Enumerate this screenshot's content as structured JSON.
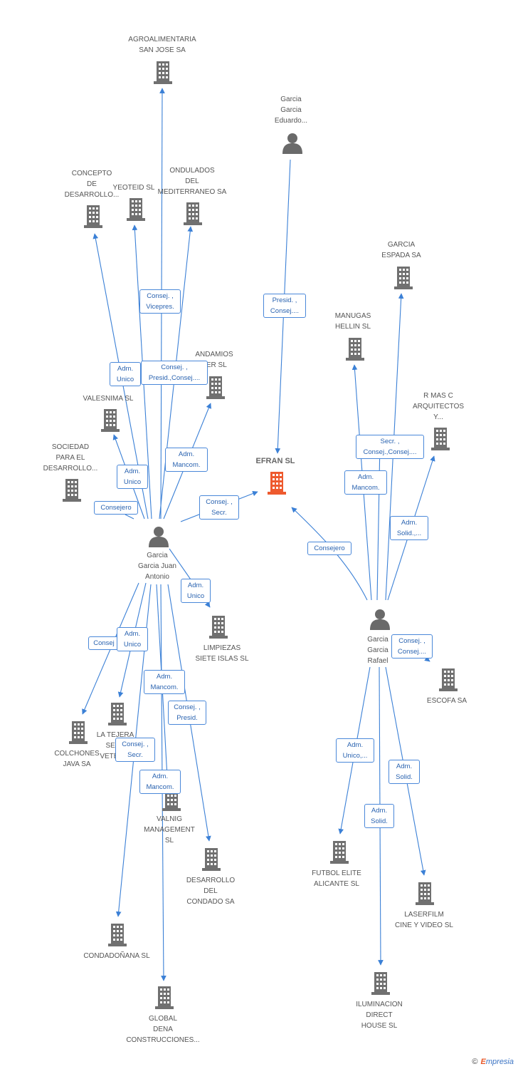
{
  "diagram": {
    "focus": "EFRAN SL",
    "companies": {
      "agroalimentaria": "AGROALIMENTARIA\nSAN JOSE SA",
      "concepto": "CONCEPTO\nDE\nDESARROLLO...",
      "yeoteid": "YEOTEID SL",
      "ondulados": "ONDULADOS\nDEL\nMEDITERRANEO SA",
      "andamios": "ANDAMIOS\nVER  SL",
      "valesnima": "VALESNIMA SL",
      "sociedad": "SOCIEDAD\nPARA EL\nDESARROLLO...",
      "efran": "EFRAN SL",
      "garcia_espada": "GARCIA\nESPADA SA",
      "manugas": "MANUGAS\nHELLIN SL",
      "rmas": "R MAS C\nARQUITECTOS\nY...",
      "limpiezas": "LIMPIEZAS\nSIETE ISLAS SL",
      "escofa": "ESCOFA SA",
      "colchones": "COLCHONES\nJAVA SA",
      "la_tejera": "LA TEJERA\nSERV\nVETERIN",
      "valnig": "VALNIG\nMANAGEMENT\nSL",
      "desarrollo_condado": "DESARROLLO\nDEL\nCONDADO SA",
      "condadonana": "CONDADOÑANA SL",
      "global_dena": "GLOBAL\nDENA\nCONSTRUCCIONES...",
      "futbol": "FUTBOL ELITE\nALICANTE SL",
      "laserfilm": "LASERFILM\nCINE Y VIDEO SL",
      "iluminacion": "ILUMINACION\nDIRECT\nHOUSE SL"
    },
    "persons": {
      "eduardo": "Garcia\nGarcia\nEduardo...",
      "juan_antonio": "Garcia\nGarcia Juan\nAntonio",
      "rafael": "Garcia\nGarcia\nRafael"
    },
    "roles": {
      "consej_vicepres": "Consej. ,\nVicepres.",
      "adm_unico_1": "Adm.\nUnico",
      "consej_presid_consej": "Consej. ,\nPresid.,Consej....",
      "adm_unico_2": "Adm.\nUnico",
      "adm_mancom_1": "Adm.\nMancom.",
      "consejero_1": "Consejero",
      "consej_secr_1": "Consej. ,\nSecr.",
      "presid_consej": "Presid. ,\nConsej....",
      "secr_consej": "Secr. ,\nConsej.,Consej....",
      "adm_mancom_2": "Adm.\nMancom.",
      "adm_solid_1": "Adm.\nSolid.,...",
      "consejero_2": "Consejero",
      "consej_consej": "Consej. ,\nConsej....",
      "adm_unico_3": "Adm.\nUnico",
      "consej_left": "Consej",
      "adm_unico_4": "Adm.\nUnico",
      "adm_mancom_3": "Adm.\nMancom.",
      "consej_presid": "Consej. ,\nPresid.",
      "consej_secr_2": "Consej. ,\nSecr.",
      "adm_mancom_4": "Adm.\nMancom.",
      "adm_unico_5": "Adm.\nUnico,...",
      "adm_solid_2": "Adm.\nSolid.",
      "adm_solid_3": "Adm.\nSolid."
    }
  },
  "colors": {
    "edge": "#3b80d6",
    "building": "#707070",
    "focus_building": "#ee5a2e",
    "person": "#6a6a6a"
  },
  "icons": {
    "company": "building-icon",
    "person": "person-icon",
    "copyright": "copyright-icon"
  },
  "watermark": {
    "copyright": "©",
    "brand_e": "E",
    "brand_rest": "mpresia"
  }
}
